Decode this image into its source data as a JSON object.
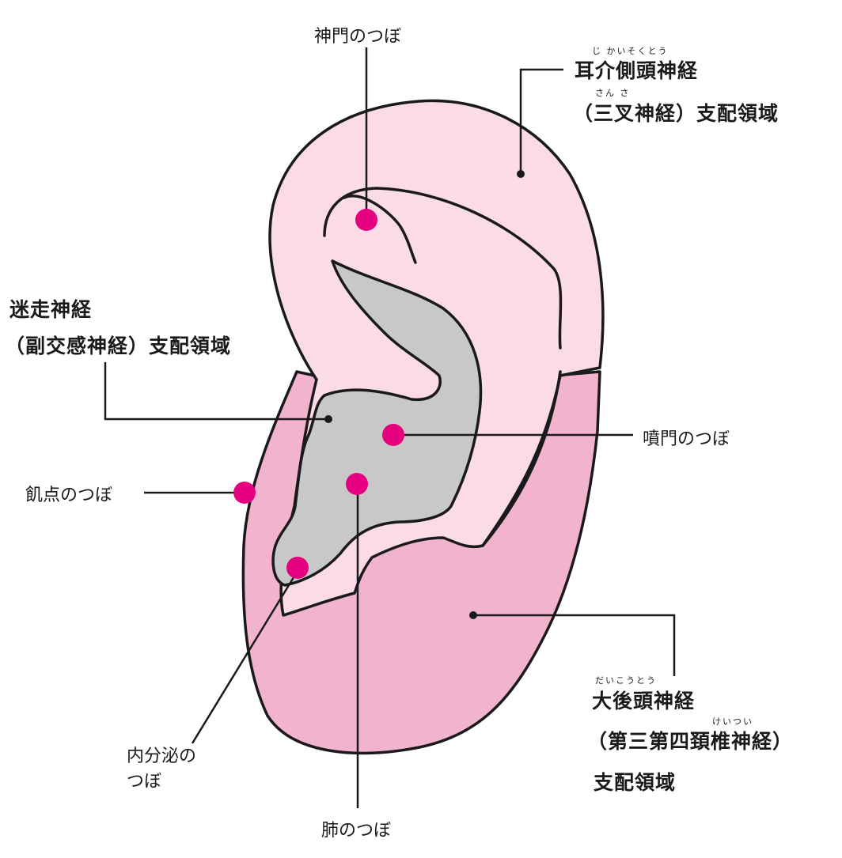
{
  "colors": {
    "outline": "#1a1a1a",
    "helix_region": "#fadbe6",
    "lobe_region": "#f2b3ce",
    "concha_region": "#c8c8c8",
    "acupoint": "#e4007f",
    "background": "#ffffff"
  },
  "acupoints": {
    "shinmon": "神門のつぼ",
    "funmon": "噴門のつぼ",
    "kiten": "飢点のつぼ",
    "naibunpitsu_line1": "内分泌の",
    "naibunpitsu_line2": "つぼ",
    "hai": "肺のつぼ"
  },
  "regions": {
    "trigeminal": {
      "line1": "耳介側頭神経",
      "line2": "（三叉神経）支配領域",
      "ruby1": "じ かいそくとう",
      "ruby2": "さん さ"
    },
    "vagus": {
      "line1": "迷走神経",
      "line2": "（副交感神経）支配領域"
    },
    "occipital": {
      "line1": "大後頭神経",
      "line2": "（第三第四頚椎神経）",
      "line3": "支配領域",
      "ruby1": "だいこうとう",
      "ruby2": "けいつい"
    }
  }
}
